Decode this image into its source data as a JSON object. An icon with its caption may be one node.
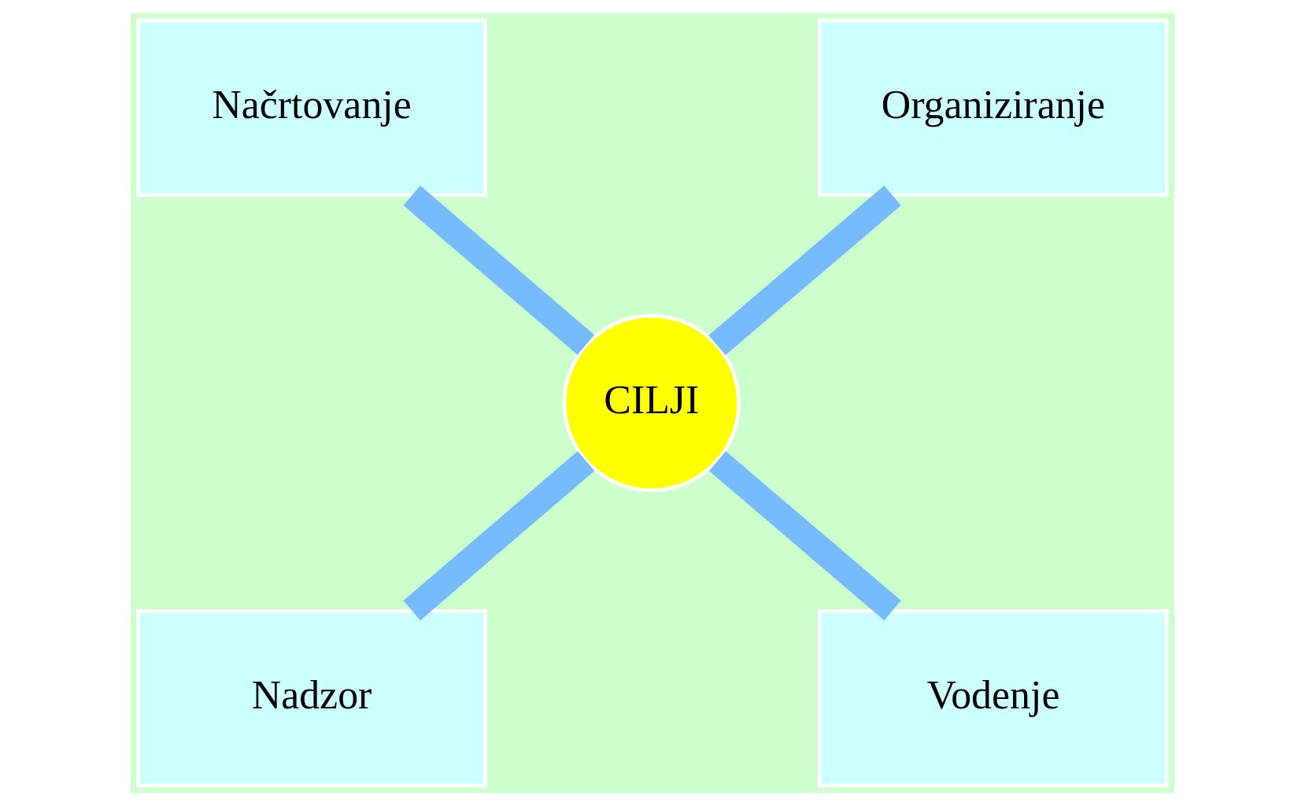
{
  "diagram": {
    "nodes": [
      {
        "text": [
          "Načrtovanje"
        ]
      },
      {
        "text": [
          "Organiziranje"
        ]
      },
      {
        "text": [
          "CILJI"
        ]
      },
      {
        "text": [
          "Nadzor"
        ]
      },
      {
        "text": [
          "Vodenje"
        ]
      }
    ],
    "edges": [
      {
        "from": 0,
        "to": 2,
        "arrow": "none"
      },
      {
        "from": 1,
        "to": 2,
        "arrow": "none"
      },
      {
        "from": 2,
        "to": 3,
        "arrow": "none"
      },
      {
        "from": 2,
        "to": 4,
        "arrow": "none"
      }
    ]
  }
}
